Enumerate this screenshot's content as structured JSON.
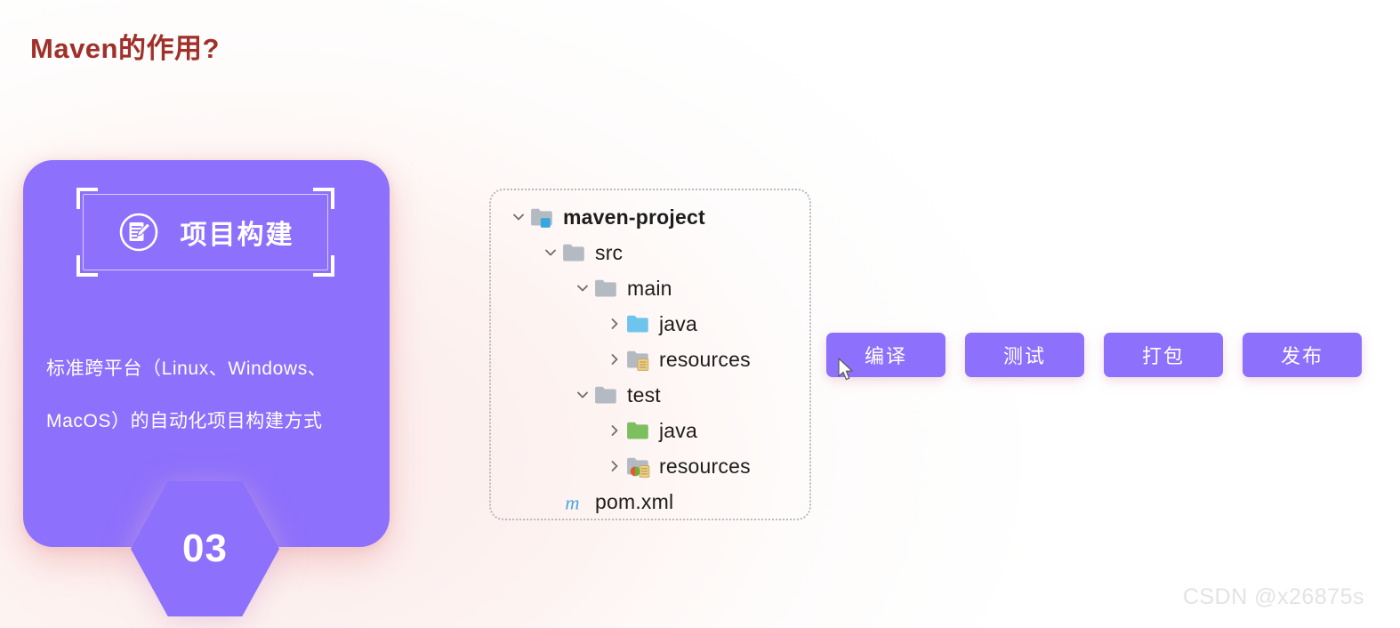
{
  "page": {
    "title": "Maven的作用?",
    "title_color": "#a03029",
    "background": "#fdf5f3",
    "watermark": "CSDN @x26875s"
  },
  "card": {
    "accent_color": "#8d70fc",
    "badge_label": "项目构建",
    "badge_icon": "note-pencil-icon",
    "description_line1": "标准跨平台（Linux、Windows、",
    "description_line2": "MacOS）的自动化项目构建方式",
    "step_number": "03"
  },
  "tree": {
    "nodes": [
      {
        "label": "maven-project",
        "indent": 0,
        "twisty": "chevron-down-icon",
        "icon": "folder-blue-badge-icon",
        "bold": true
      },
      {
        "label": "src",
        "indent": 1,
        "twisty": "chevron-down-icon",
        "icon": "folder-gray-icon",
        "bold": false
      },
      {
        "label": "main",
        "indent": 2,
        "twisty": "chevron-down-icon",
        "icon": "folder-gray-icon",
        "bold": false
      },
      {
        "label": "java",
        "indent": 3,
        "twisty": "chevron-right-icon",
        "icon": "folder-blue-icon",
        "bold": false
      },
      {
        "label": "resources",
        "indent": 3,
        "twisty": "chevron-right-icon",
        "icon": "folder-gray-yellow-badge-icon",
        "bold": false
      },
      {
        "label": "test",
        "indent": 2,
        "twisty": "chevron-down-icon",
        "icon": "folder-gray-icon",
        "bold": false
      },
      {
        "label": "java",
        "indent": 3,
        "twisty": "chevron-right-icon",
        "icon": "folder-green-icon",
        "bold": false
      },
      {
        "label": "resources",
        "indent": 3,
        "twisty": "chevron-right-icon",
        "icon": "folder-gray-multi-badge-icon",
        "bold": false
      },
      {
        "label": "pom.xml",
        "indent": 1,
        "twisty": "none",
        "icon": "maven-m-icon",
        "bold": false
      }
    ]
  },
  "actions": {
    "buttons": [
      {
        "label": "编译"
      },
      {
        "label": "测试"
      },
      {
        "label": "打包"
      },
      {
        "label": "发布"
      }
    ]
  }
}
